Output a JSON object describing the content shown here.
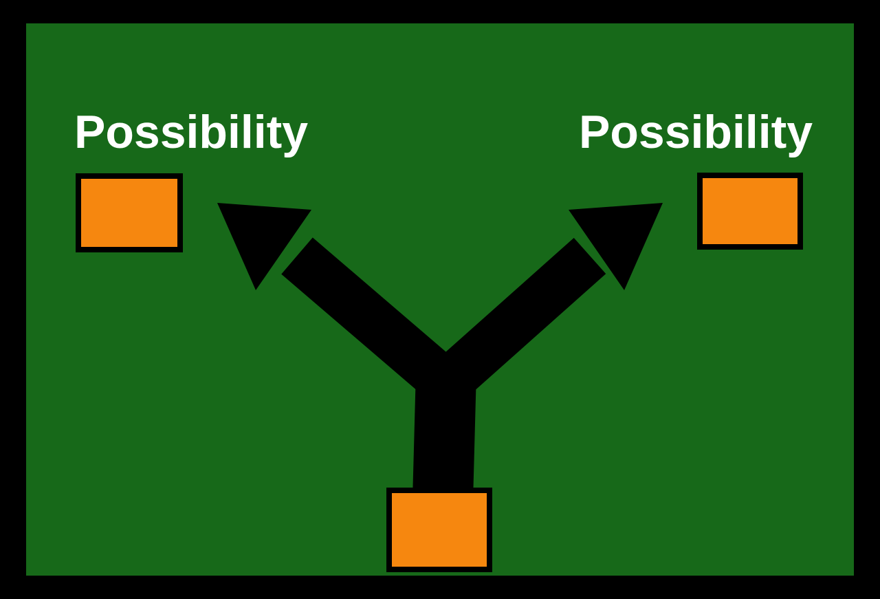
{
  "page": {
    "frame_color": "#000000",
    "canvas_color": "#176919"
  },
  "diagram": {
    "type": "decision-branch",
    "labels": {
      "left": "Possibility",
      "right": "Possibility"
    },
    "boxes": {
      "left_option": "",
      "right_option": "",
      "start": ""
    },
    "colors": {
      "box_fill": "#F6870F",
      "box_border": "#000000",
      "arrow": "#000000",
      "label_text": "#FFFFFF",
      "background": "#176919",
      "frame": "#000000"
    }
  }
}
